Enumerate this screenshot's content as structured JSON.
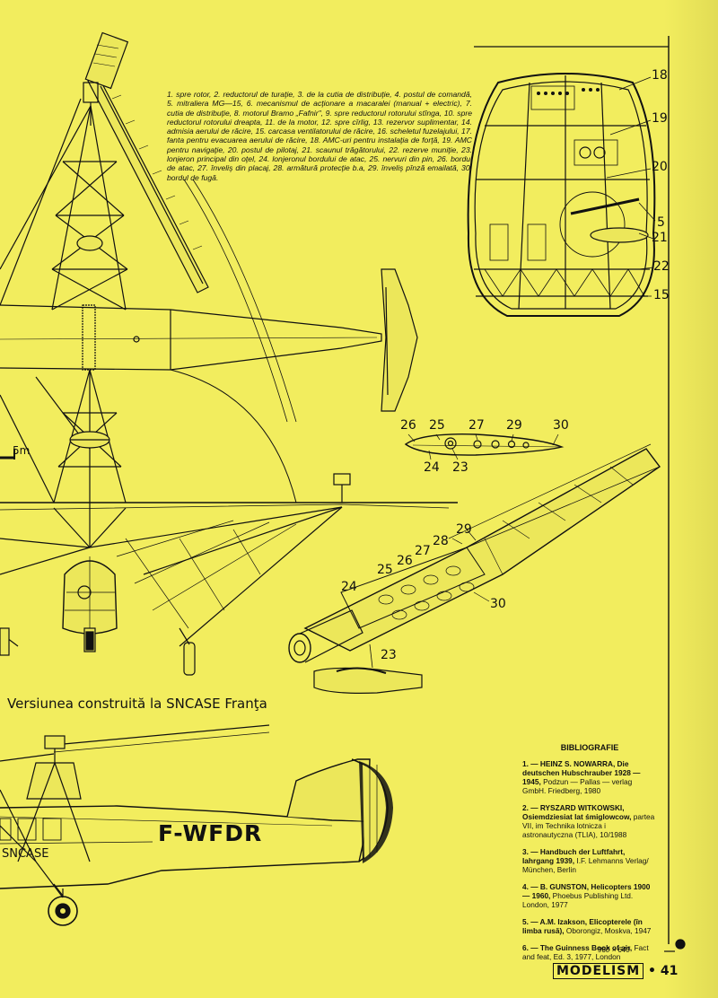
{
  "legend": {
    "text": "1. spre rotor, 2. reductorul de turaţie, 3. de la cutia de distribuţie, 4. postul de comandă, 5. mitraliera MG—15, 6. mecanismul de acţionare a macaralei (manual + electric), 7. cutia de distribuţie, 8. motorul Bramo „Fafnir\", 9. spre reductorul rotorului stînga, 10. spre reductorul rotorului dreapta, 11. de la motor, 12. spre cîrlig, 13. rezervor suplimentar, 14. admisia aerului de răcire, 15. carcasa ventilatorului de răcire, 16. scheletul fuzelajului, 17. fanta pentru evacuarea aerului de răcire, 18. AMC-uri pentru instalaţia de forţă, 19. AMC pentru navigaţie, 20. postul de pilotaj, 21. scaunul trăgătorului, 22. rezerve muniţie, 23. lonjeron principal din oţel, 24. lonjeronul bordului de atac, 25. nervuri din pin, 26. bordul de atac, 27. înveliş din placaj, 28. armătură protecţie b.a, 29. înveliş pînză emailată, 30. bordul de fugă."
  },
  "callouts": {
    "n18": "18",
    "n19": "19",
    "n20": "20",
    "n5": "5",
    "n21": "21",
    "n22": "22",
    "n15": "15",
    "s26": "26",
    "s25": "25",
    "s27": "27",
    "s29": "29",
    "s30": "30",
    "s24": "24",
    "s23": "23",
    "w29": "29",
    "w28": "28",
    "w27": "27",
    "w26": "26",
    "w25": "25",
    "w24": "24",
    "w30": "30",
    "w23": "23"
  },
  "scale_label": "5m",
  "section_title": "Versiunea construită la SNCASE Franţa",
  "registration": "F-WFDR",
  "fuselage_label": "SNCASE",
  "bibliography": {
    "title": "BIBLIOGRAFIE",
    "entries": [
      {
        "bold": "1. — HEINZ S. NOWARRA, Die deutschen Hubschrauber 1928 — 1945,",
        "rest": " Podzun — Pallas — verlag GmbH. Friedberg, 1980"
      },
      {
        "bold": "2. — RYSZARD WITKOWSKI, Osiemdziesiat lat śmiglowcow,",
        "rest": " partea VII, im Technika lotnicza i astronautyczna (TLIA), 10/1988"
      },
      {
        "bold": "3. — Handbuch der Luftfahrt, Iahrgang 1939,",
        "rest": " I.F. Lehmanns Verlag/ München, Berlin"
      },
      {
        "bold": "4. — B. GUNSTON, Helicopters 1900 — 1960,",
        "rest": " Phoebus Publishing Ltd. London, 1977"
      },
      {
        "bold": "5. — A.M. Izakson, Elicopterele (în limba rusă),",
        "rest": " Oborongiz, Moskva, 1947"
      },
      {
        "bold": "6. — The Guinness Book of air,",
        "rest": " Fact and feat, Ed. 3, 1977, London"
      }
    ]
  },
  "scale_note": "960 × 640",
  "footer": {
    "brand": "MODELISM",
    "page": "41"
  },
  "colors": {
    "paper": "#f2ed5e",
    "ink": "#111111"
  }
}
